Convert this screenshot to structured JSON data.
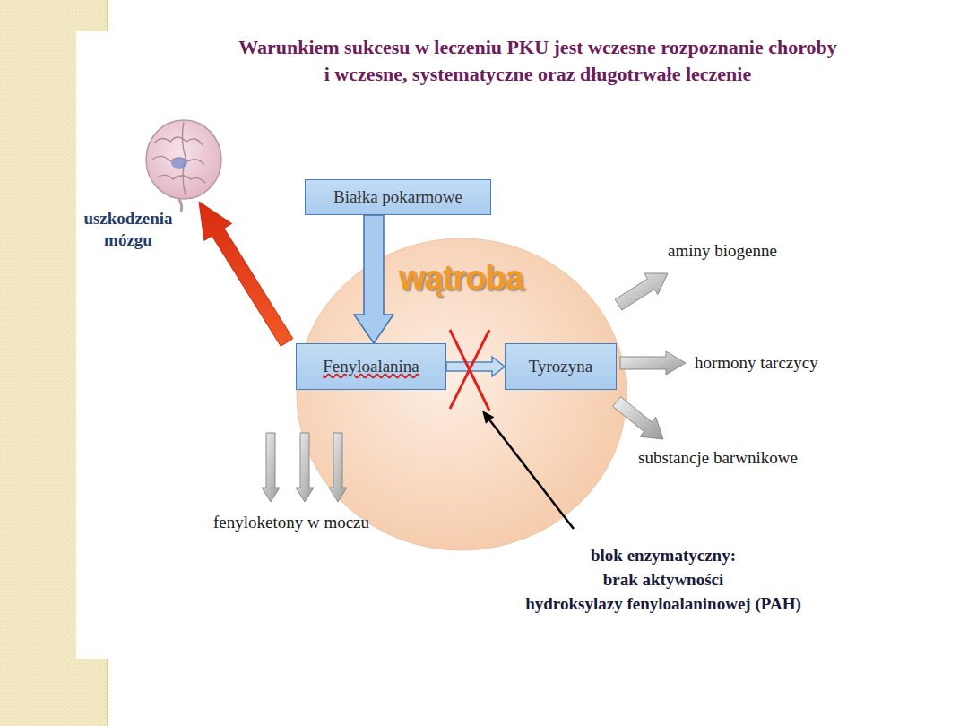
{
  "diagram": {
    "title": "Warunkiem sukcesu w leczeniu PKU jest wczesne rozpoznanie choroby i wczesne, systematyczne oraz długotrwałe leczenie",
    "nodes": [
      {
        "text": [
          "Białka pokarmowe"
        ]
      },
      {
        "text": [
          "wątroba"
        ]
      },
      {
        "text": [
          "Fenyloalanina"
        ],
        "in": 1
      },
      {
        "text": [
          "Tyrozyna"
        ],
        "in": 1
      }
    ],
    "edges": [
      {
        "from": 0,
        "to": 2,
        "arrow": "to"
      },
      {
        "from": 2,
        "to": 3,
        "arrow": "to"
      }
    ],
    "labels": [
      "uszkodzenia mózgu",
      "aminy biogenne",
      "hormony tarczycy",
      "substancje barwnikowe",
      "fenyloketony w moczu",
      "blok enzymatyczny: brak aktywności hydroksylazy fenyloalaninowej (PAH)"
    ]
  }
}
